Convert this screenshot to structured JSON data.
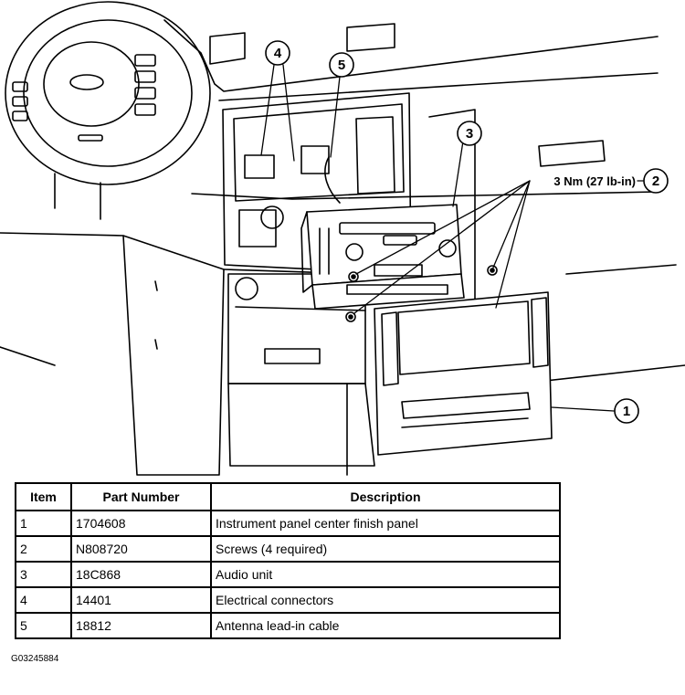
{
  "diagram": {
    "callouts": [
      {
        "number": "1"
      },
      {
        "number": "2"
      },
      {
        "number": "3"
      },
      {
        "number": "4"
      },
      {
        "number": "5"
      }
    ],
    "torque_label": "3 Nm (27 lb-in)"
  },
  "table": {
    "headers": [
      "Item",
      "Part Number",
      "Description"
    ],
    "rows": [
      {
        "item": "1",
        "part_number": "1704608",
        "description": "Instrument panel center finish panel"
      },
      {
        "item": "2",
        "part_number": "N808720",
        "description": "Screws (4 required)"
      },
      {
        "item": "3",
        "part_number": "18C868",
        "description": "Audio unit"
      },
      {
        "item": "4",
        "part_number": "14401",
        "description": "Electrical connectors"
      },
      {
        "item": "5",
        "part_number": "18812",
        "description": "Antenna lead-in cable"
      }
    ]
  },
  "figure_code": "G03245884"
}
